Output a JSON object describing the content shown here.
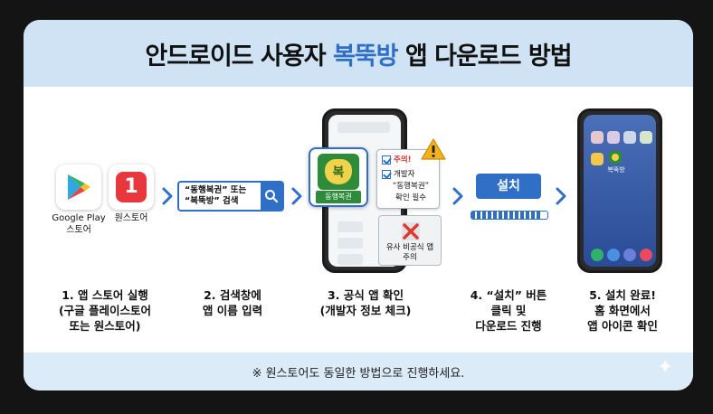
{
  "header": {
    "title_pre": "안드로이드 사용자 ",
    "title_accent": "복뚝방",
    "title_post": " 앱 다운로드 방법"
  },
  "step1": {
    "google_play_label_1": "Google Play",
    "google_play_label_2": "스토어",
    "onestore_label": "원스토어",
    "onestore_glyph": "1"
  },
  "step2": {
    "search_line1": "“동행복권” 또는",
    "search_line2": "“복뚝방” 검색"
  },
  "step3": {
    "official_bag_glyph": "복",
    "official_name": "동행복권",
    "warning_title": "주의!",
    "check_developer": "개발자",
    "check_line2": "“동행복권”",
    "check_line3": "확인 필수",
    "fake_line1": "유사 비공식 앱",
    "fake_line2": "주의"
  },
  "step4": {
    "install_label": "설치",
    "progress_fraction": 0.9
  },
  "step5": {
    "home_app_name": "복뚝방"
  },
  "steps": [
    {
      "line1": "1. 앱 스토어 실행",
      "line2": "(구글 플레이스토어",
      "line3": "또는 원스토어)"
    },
    {
      "line1": "2. 검색창에",
      "line2": "앱 이름 입력",
      "line3": ""
    },
    {
      "line1": "3. 공식 앱 확인",
      "line2": "(개발자 정보 체크)",
      "line3": ""
    },
    {
      "line1": "4. “설치” 버튼",
      "line2": "클릭 및",
      "line3": "다운로드 진행"
    },
    {
      "line1": "5. 설치 완료!",
      "line2": "홈 화면에서",
      "line3": "앱 아이콘 확인"
    }
  ],
  "footer": {
    "note": "※ 원스토어도 동일한 방법으로 진행하세요."
  },
  "colors": {
    "accent": "#2f6fc6",
    "header_bg": "#cfe3f5",
    "footer_bg": "#dcebf8",
    "warning": "#f2b21b",
    "official_green": "#2e8b3a",
    "onestore_red": "#e8383d"
  }
}
